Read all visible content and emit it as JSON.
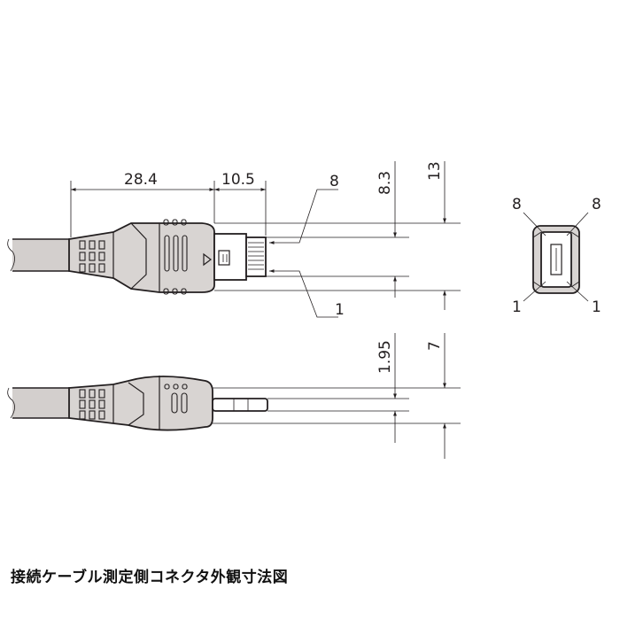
{
  "dimensions": {
    "boot_length": "28.4",
    "head_length": "10.5",
    "pin_top_label": "8",
    "pin_bottom_label": "1",
    "head_width": "8.3",
    "boot_width": "13",
    "head_thickness": "1.95",
    "boot_thickness": "7"
  },
  "end_view": {
    "top_left": "8",
    "top_right": "8",
    "bottom_left": "1",
    "bottom_right": "1"
  },
  "caption": "接続ケーブル測定側コネクタ外観寸法図",
  "colors": {
    "cable": "#d3cfcd",
    "boot": "#d8d4d2",
    "ink": "#231f20"
  }
}
